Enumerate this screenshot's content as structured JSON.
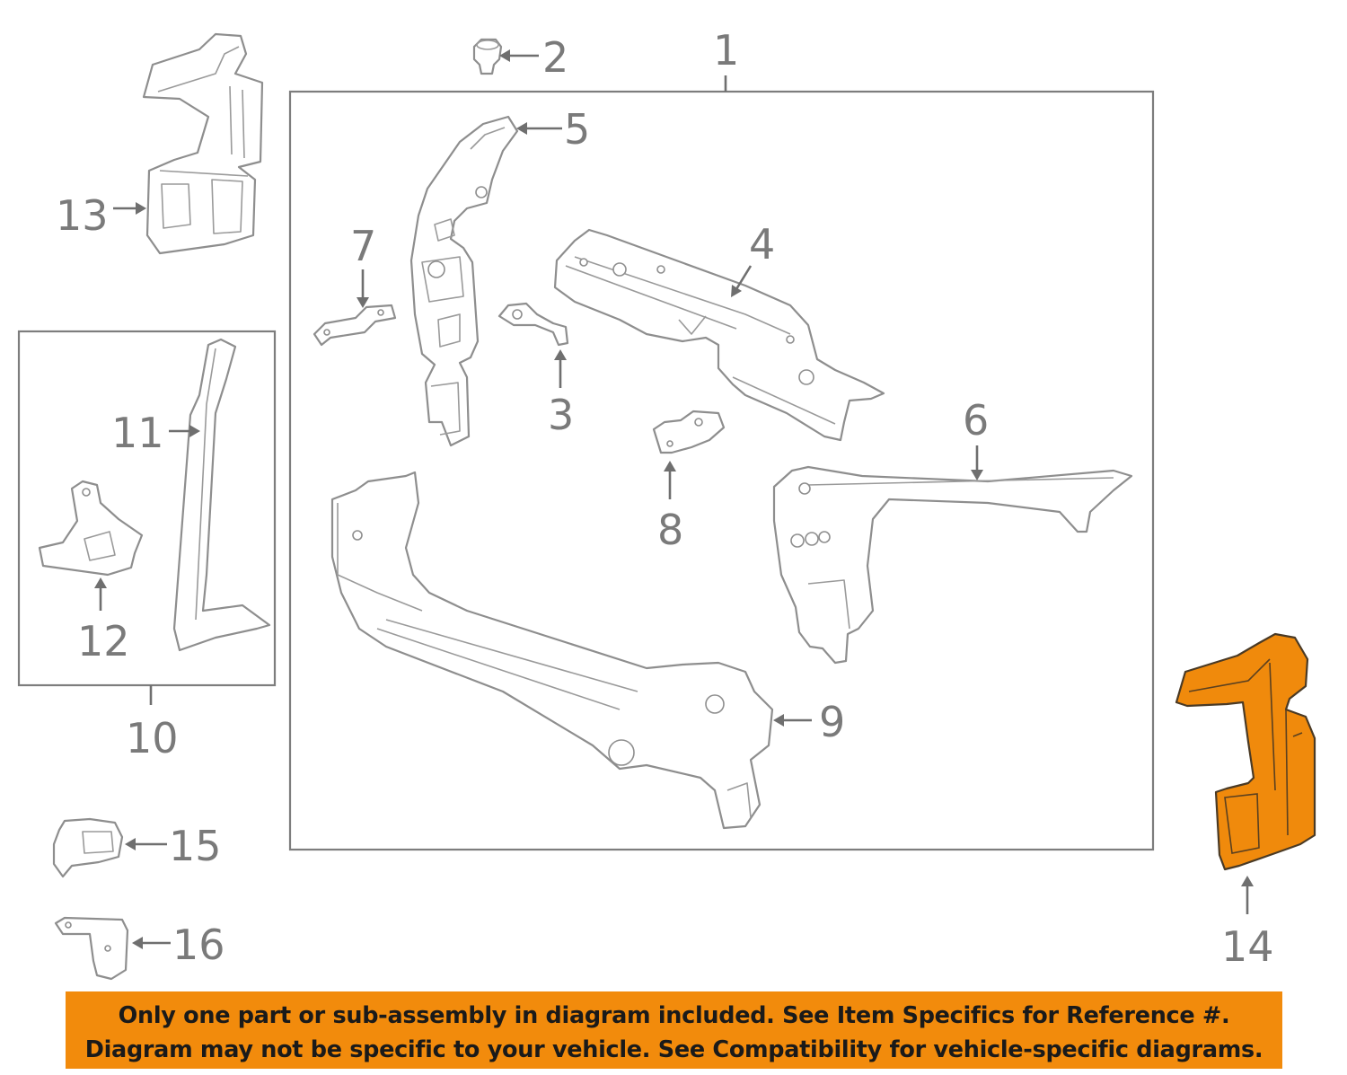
{
  "callouts": [
    {
      "id": "c1",
      "label": "1"
    },
    {
      "id": "c2",
      "label": "2"
    },
    {
      "id": "c3",
      "label": "3"
    },
    {
      "id": "c4",
      "label": "4"
    },
    {
      "id": "c5",
      "label": "5"
    },
    {
      "id": "c6",
      "label": "6"
    },
    {
      "id": "c7",
      "label": "7"
    },
    {
      "id": "c8",
      "label": "8"
    },
    {
      "id": "c9",
      "label": "9"
    },
    {
      "id": "c10",
      "label": "10"
    },
    {
      "id": "c11",
      "label": "11"
    },
    {
      "id": "c12",
      "label": "12"
    },
    {
      "id": "c13",
      "label": "13"
    },
    {
      "id": "c14",
      "label": "14"
    },
    {
      "id": "c15",
      "label": "15"
    },
    {
      "id": "c16",
      "label": "16"
    }
  ],
  "highlighted_part": "14",
  "colors": {
    "highlight": "#f08a0c",
    "banner": "#f28b0c",
    "line_art": "#8e8e8e"
  },
  "notice": {
    "line1": "Only one part or sub-assembly in diagram included. See Item Specifics for Reference #.",
    "line2": "Diagram may not be specific to your vehicle. See Compatibility for vehicle-specific diagrams."
  }
}
